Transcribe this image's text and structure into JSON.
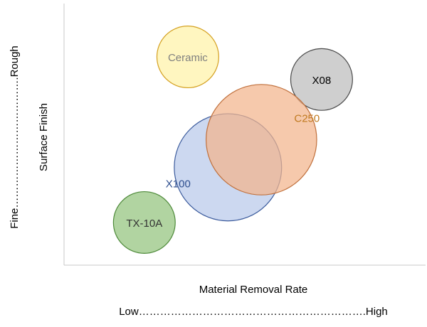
{
  "chart_data": {
    "type": "scatter",
    "xlabel": "Material Removal Rate",
    "ylabel": "Surface Finish",
    "x_scale_label": "Low……………………………………………………….High",
    "y_scale_label": "Fine……………………………….Rough",
    "x_scale": {
      "low": "Low",
      "high": "High"
    },
    "y_scale": {
      "low": "Fine",
      "high": "Rough"
    },
    "grid": false,
    "legend": "none",
    "series": [
      {
        "name": "Ceramic",
        "color": "#fff2a8",
        "stroke": "#d4a020",
        "label_color": "#7f7f7f",
        "x": 0.37,
        "y": 0.83,
        "r": 0.19
      },
      {
        "name": "X08",
        "color": "#bcbcbc",
        "stroke": "#4a4a4a",
        "label_color": "#000000",
        "x": 0.77,
        "y": 0.74,
        "r": 0.19
      },
      {
        "name": "X100",
        "color": "#b8c9ea",
        "stroke": "#3a5a9c",
        "label_color": "#2f4f8f",
        "x": 0.49,
        "y": 0.39,
        "r": 0.33
      },
      {
        "name": "C250",
        "color": "#f2b48c",
        "stroke": "#c0703c",
        "label_color": "#c07a20",
        "x": 0.59,
        "y": 0.5,
        "r": 0.34
      },
      {
        "name": "TX-10A",
        "color": "#93c47d",
        "stroke": "#4e8a3a",
        "label_color": "#333333",
        "x": 0.24,
        "y": 0.17,
        "r": 0.19
      }
    ]
  }
}
